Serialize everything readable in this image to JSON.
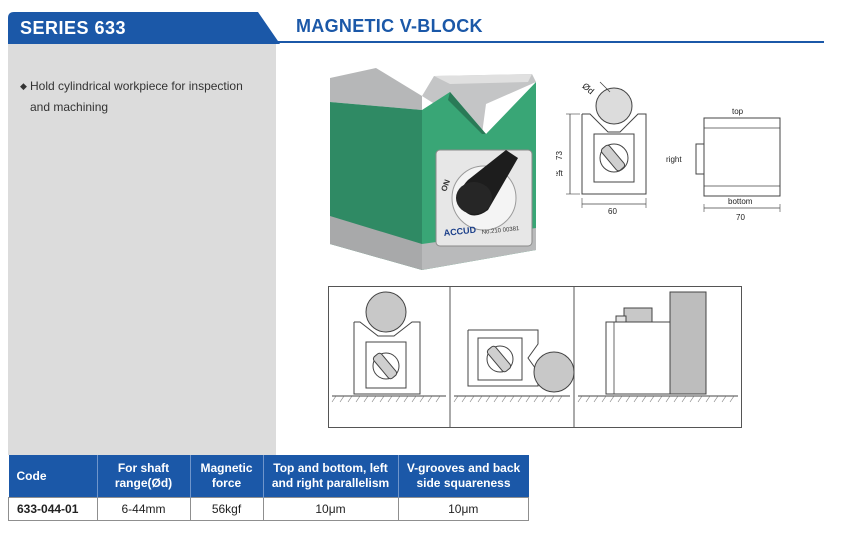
{
  "header": {
    "series_label": "SERIES 633",
    "product_title": "MAGNETIC V-BLOCK",
    "brand_color": "#1b58a8"
  },
  "description": {
    "bullets": [
      "Hold cylindrical workpiece for inspection and machining"
    ]
  },
  "product_photo": {
    "brand_text": "ACCUD",
    "plate_text": "No.210 00381",
    "switch_label": "ON"
  },
  "technical_drawing": {
    "diameter_label": "Ød",
    "height_label": "73",
    "width_label": "60",
    "depth_label": "70",
    "front_view_label": "left",
    "side_left_label": "right",
    "side_top_label": "top",
    "side_bottom_label": "bottom"
  },
  "spec_table": {
    "headers": [
      "Code",
      [
        "For shaft",
        "range(Ød)"
      ],
      [
        "Magnetic",
        "force"
      ],
      [
        "Top and bottom, left",
        "and right parallelism"
      ],
      [
        "V-grooves and back",
        "side squareness"
      ]
    ],
    "rows": [
      [
        "633-044-01",
        "6-44mm",
        "56kgf",
        "10μm",
        "10μm"
      ]
    ]
  }
}
